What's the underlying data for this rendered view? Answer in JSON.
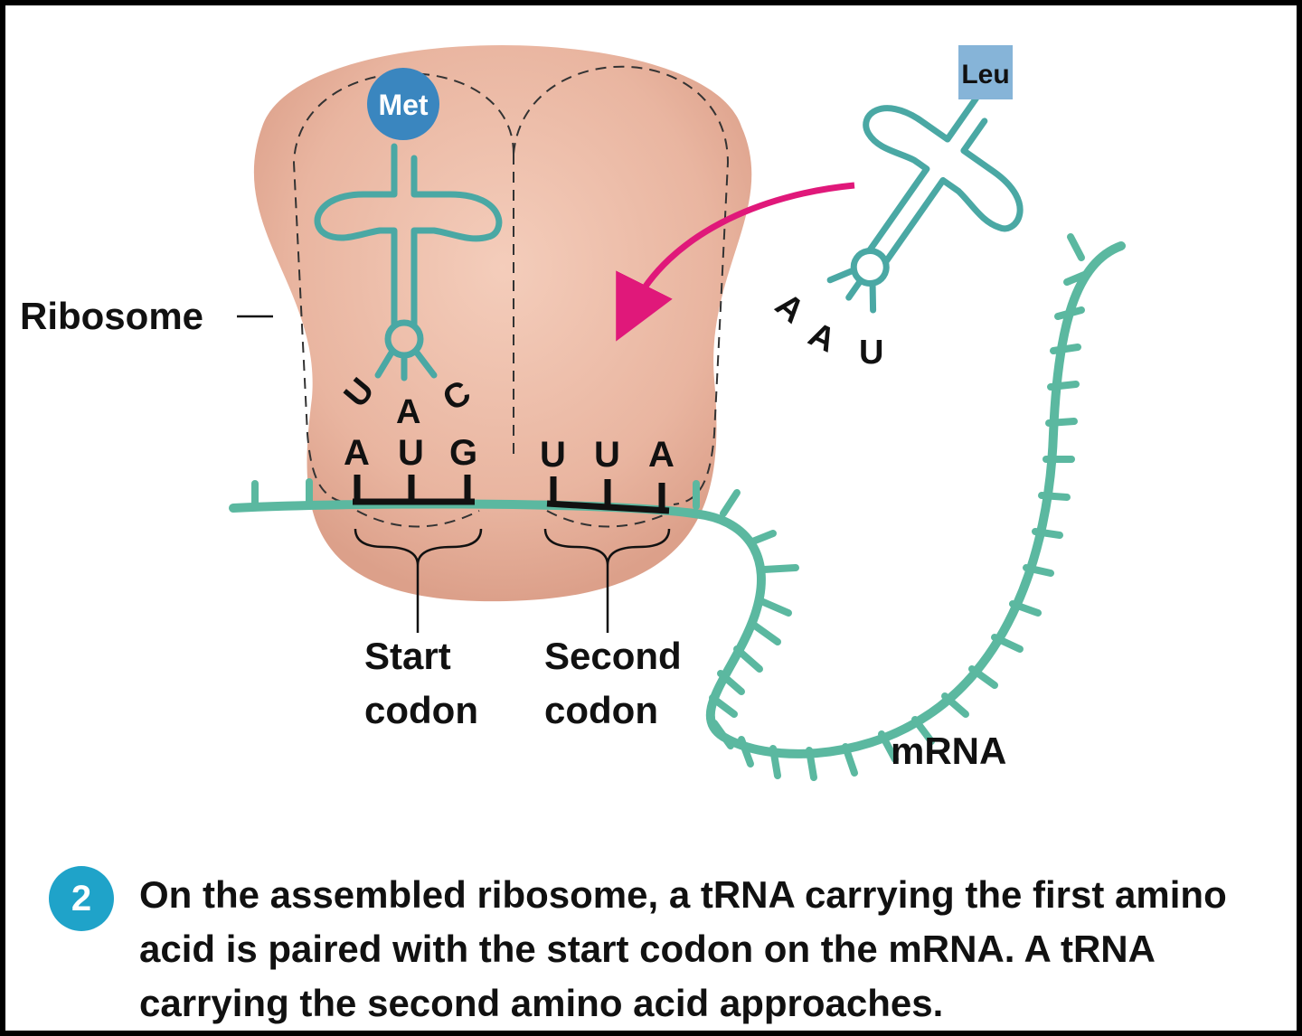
{
  "colors": {
    "ribosome": "#eab8a4",
    "trna": "#4aa8a4",
    "mrna": "#5bb8a0",
    "arrow": "#e0187a",
    "met": "#3a86bf",
    "leu": "#86b4d8",
    "badge": "#1fa3c9"
  },
  "labels": {
    "ribosome": "Ribosome",
    "met": "Met",
    "leu": "Leu",
    "start_codon_line1": "Start",
    "start_codon_line2": "codon",
    "second_codon_line1": "Second",
    "second_codon_line2": "codon",
    "mrna": "mRNA"
  },
  "anticodon_met": [
    "U",
    "A",
    "C"
  ],
  "codon_start": [
    "A",
    "U",
    "G"
  ],
  "codon_second": [
    "U",
    "U",
    "A"
  ],
  "anticodon_leu": [
    "A",
    "A",
    "U"
  ],
  "caption": {
    "step": "2",
    "text": "On the assembled ribosome, a tRNA carrying the first amino acid is paired with the start codon on the mRNA. A tRNA carrying the second amino acid approaches."
  }
}
